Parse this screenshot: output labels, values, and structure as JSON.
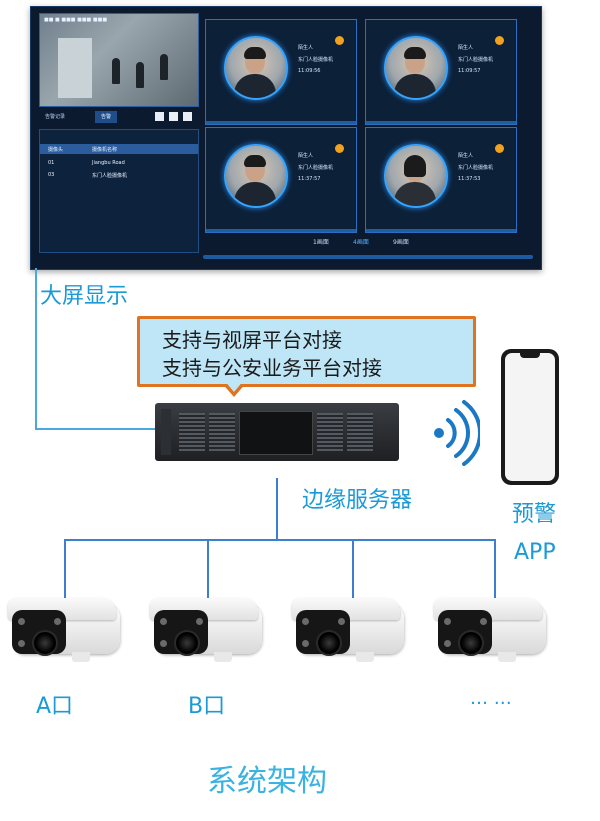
{
  "screen": {
    "video_overlay": "■■ ■ ■■■ ■■■ ■■■",
    "tabs": [
      "告警记录",
      "告警"
    ],
    "list_header": [
      "摄像头",
      "摄像机名称"
    ],
    "list_rows": [
      [
        "01",
        "Jiangbu Road"
      ],
      [
        "03",
        "东门人脸摄像机"
      ]
    ],
    "cards": [
      {
        "name": "陌生人",
        "camera": "东门人脸摄像机",
        "time": "11:09:56"
      },
      {
        "name": "陌生人",
        "camera": "东门人脸摄像机",
        "time": "11:09:57"
      },
      {
        "name": "陌生人",
        "camera": "东门人脸摄像机",
        "time": "11:37:57"
      },
      {
        "name": "陌生人",
        "camera": "东门人脸摄像机",
        "time": "11:37:53"
      }
    ],
    "pages": [
      "1画面",
      "4画面",
      "9画面"
    ],
    "active_page_index": 1
  },
  "labels": {
    "big_screen": "大屏显示",
    "callout_line_1": "支持与视屏平台对接",
    "callout_line_2": "支持与公安业务平台对接",
    "edge_server": "边缘服务器",
    "alert_app_line_1": "预警",
    "alert_app_line_2": "APP",
    "camera_a": "A口",
    "camera_b": "B口",
    "camera_more": "… …",
    "title": "系统架构"
  },
  "icons": {
    "wireless": "wifi-signal-icon",
    "phone": "smartphone-icon",
    "server": "server-icon",
    "camera": "bullet-camera-icon"
  },
  "colors": {
    "label_blue": "#1a9ad6",
    "callout_border": "#e0731f",
    "callout_fill": "#bfe6f6",
    "connector_blue": "#3a7fd0"
  }
}
